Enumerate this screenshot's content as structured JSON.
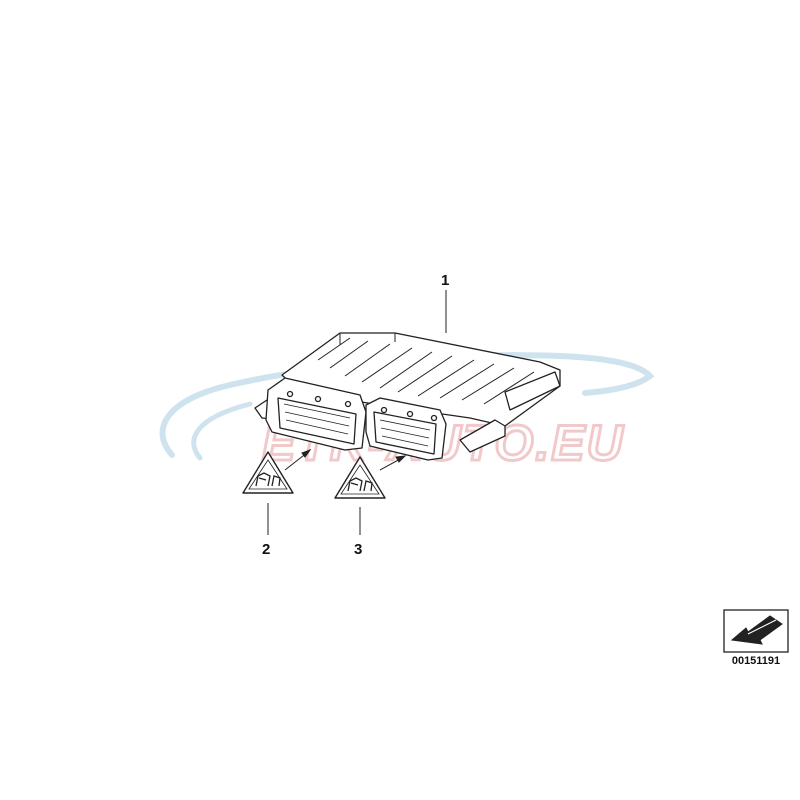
{
  "diagram": {
    "callouts": [
      {
        "id": "1",
        "label": "1"
      },
      {
        "id": "2",
        "label": "2"
      },
      {
        "id": "3",
        "label": "3"
      }
    ],
    "reference_number": "00151191",
    "watermark": "ETK-AUTO.EU",
    "colors": {
      "line": "#222222",
      "watermark_blue": "#cfe3ef",
      "watermark_red": "#f2c9cb"
    }
  }
}
